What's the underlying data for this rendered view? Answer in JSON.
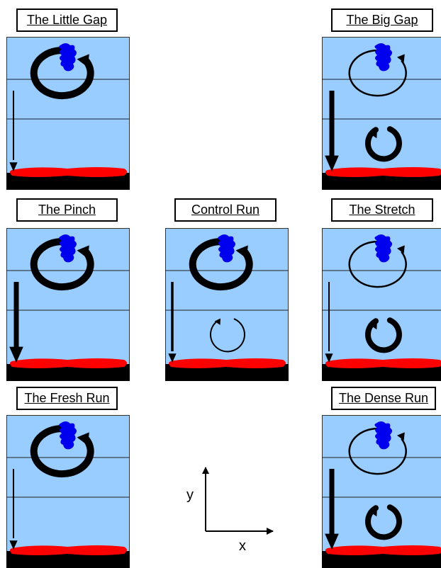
{
  "panels": [
    {
      "id": "little-gap",
      "title": "The Little Gap",
      "upper_vortex": "strong",
      "lower_vortex": "none",
      "downflow": "thin"
    },
    {
      "id": "big-gap",
      "title": "The Big Gap",
      "upper_vortex": "weak",
      "lower_vortex": "strong",
      "downflow": "thick"
    },
    {
      "id": "pinch",
      "title": "The Pinch",
      "upper_vortex": "strong",
      "lower_vortex": "none",
      "downflow": "thick"
    },
    {
      "id": "control-run",
      "title": "Control Run",
      "upper_vortex": "strong",
      "lower_vortex": "weak",
      "downflow": "medium"
    },
    {
      "id": "stretch",
      "title": "The Stretch",
      "upper_vortex": "weak",
      "lower_vortex": "strong",
      "downflow": "thin"
    },
    {
      "id": "fresh-run",
      "title": "The Fresh Run",
      "upper_vortex": "strong",
      "lower_vortex": "none",
      "downflow": "thin"
    },
    {
      "id": "dense-run",
      "title": "The Dense Run",
      "upper_vortex": "weak",
      "lower_vortex": "strong",
      "downflow": "thick"
    }
  ],
  "axes": {
    "x_label": "x",
    "y_label": "y"
  },
  "colors": {
    "fluid": "#99ccff",
    "blob": "#0000ee",
    "surface": "#ff0000",
    "ground": "#000000",
    "arrow": "#000000"
  }
}
